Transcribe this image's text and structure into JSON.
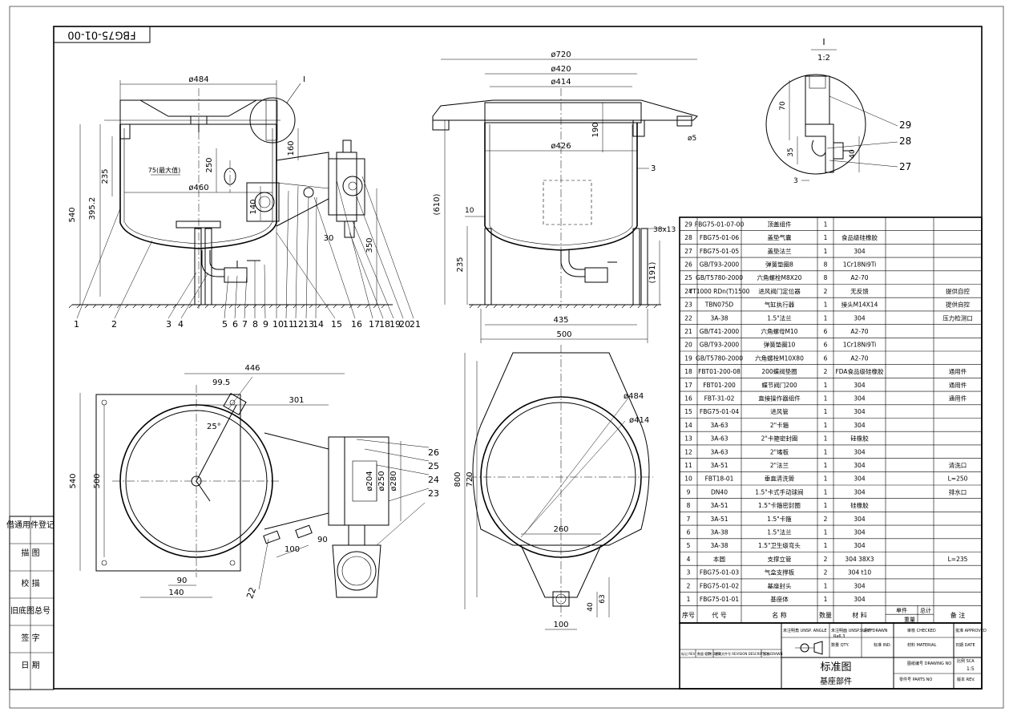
{
  "drawing_number": "FBG75-01-00",
  "detail": {
    "label": "I",
    "scale": "1:2",
    "dims": [
      "70",
      "35",
      "40",
      "3"
    ],
    "parts": [
      "29",
      "28",
      "27"
    ]
  },
  "front_view": {
    "dims": [
      "ø484",
      "ø460",
      "395.2",
      "235",
      "540",
      "75(最大值)",
      "250",
      "160",
      "140",
      "30",
      "350"
    ],
    "callouts": [
      "I"
    ],
    "leaders": [
      "1",
      "2",
      "3",
      "4",
      "5",
      "6",
      "7",
      "8",
      "9",
      "10",
      "11",
      "12",
      "13",
      "14",
      "15",
      "16",
      "17",
      "18",
      "19",
      "20",
      "21"
    ]
  },
  "side_view": {
    "dims": [
      "ø720",
      "ø420",
      "ø414",
      "190",
      "ø426",
      "(610)",
      "235",
      "10",
      "435",
      "500",
      "3",
      "38x13",
      "(191)",
      "ø5"
    ]
  },
  "plan_view": {
    "dims": [
      "446",
      "99.5",
      "301",
      "25°",
      "540",
      "500",
      "ø204",
      "ø250",
      "ø280",
      "100",
      "90",
      "90",
      "140"
    ],
    "leaders": [
      "22",
      "23",
      "24",
      "25",
      "26"
    ]
  },
  "bottom_view": {
    "dims": [
      "800",
      "720",
      "ø484",
      "ø414",
      "260",
      "100",
      "40",
      "63"
    ]
  },
  "left_box": [
    "借通用件登记",
    "描  图",
    "校  描",
    "旧底图总号",
    "签  字",
    "日  期"
  ],
  "bom": {
    "rows": [
      [
        "29",
        "FBG75-01-07-00",
        "顶盖组件",
        "1",
        "",
        ""
      ],
      [
        "28",
        "FBG75-01-06",
        "盖垫气囊",
        "1",
        "食品级硅橡胶",
        ""
      ],
      [
        "27",
        "FBG75-01-05",
        "盖垫法兰",
        "1",
        "304",
        ""
      ],
      [
        "26",
        "GB/T93-2000",
        "弹簧垫圈8",
        "8",
        "1Cr18Ni9Ti",
        ""
      ],
      [
        "25",
        "GB/T5780-2000",
        "六角螺栓M8X20",
        "8",
        "A2-70",
        ""
      ],
      [
        "24",
        "YT1000 RDn(T)1500",
        "进风阀门定位器",
        "2",
        "无反馈",
        "提供自控"
      ],
      [
        "23",
        "TBN075D",
        "气缸执行器",
        "1",
        "接头M14X14",
        "提供自控"
      ],
      [
        "22",
        "3A-38",
        "1.5\"法兰",
        "1",
        "304",
        "压力检测口"
      ],
      [
        "21",
        "GB/T41-2000",
        "六角螺母M10",
        "6",
        "A2-70",
        ""
      ],
      [
        "20",
        "GB/T93-2000",
        "弹簧垫圈10",
        "6",
        "1Cr18Ni9Ti",
        ""
      ],
      [
        "19",
        "GB/T5780-2000",
        "六角螺栓M10X80",
        "6",
        "A2-70",
        ""
      ],
      [
        "18",
        "FBT01-200-08",
        "200蝶阀垫圈",
        "2",
        "FDA食品级硅橡胶",
        "通用件"
      ],
      [
        "17",
        "FBT01-200",
        "蝶节阀门200",
        "1",
        "304",
        "通用件"
      ],
      [
        "16",
        "FBT-31-02",
        "直接操作器组件",
        "1",
        "304",
        "通用件"
      ],
      [
        "15",
        "FBG75-01-04",
        "进风管",
        "1",
        "304",
        ""
      ],
      [
        "14",
        "3A-63",
        "2\"卡箍",
        "1",
        "304",
        ""
      ],
      [
        "13",
        "3A-63",
        "2\"卡箍密封圈",
        "1",
        "硅橡胶",
        ""
      ],
      [
        "12",
        "3A-63",
        "2\"堵板",
        "1",
        "304",
        ""
      ],
      [
        "11",
        "3A-51",
        "2\"法兰",
        "1",
        "304",
        "清洗口"
      ],
      [
        "10",
        "FBT18-01",
        "垂直清洗管",
        "1",
        "304",
        "L=250"
      ],
      [
        "9",
        "DN40",
        "1.5\"卡式手动球阀",
        "1",
        "304",
        "排水口"
      ],
      [
        "8",
        "3A-51",
        "1.5\"卡箍密封圈",
        "1",
        "硅橡胶",
        ""
      ],
      [
        "7",
        "3A-51",
        "1.5\"卡箍",
        "2",
        "304",
        ""
      ],
      [
        "6",
        "3A-38",
        "1.5\"法兰",
        "1",
        "304",
        ""
      ],
      [
        "5",
        "3A-38",
        "1.5\"卫生级弯头",
        "1",
        "304",
        ""
      ],
      [
        "4",
        "本圆",
        "支撑立管",
        "2",
        "304 38X3",
        "L=235"
      ],
      [
        "3",
        "FBG75-01-03",
        "气盒支撑板",
        "2",
        "304 t10",
        ""
      ],
      [
        "2",
        "FBG75-01-02",
        "基座封头",
        "1",
        "304",
        ""
      ],
      [
        "1",
        "FBG75-01-01",
        "基座体",
        "1",
        "304",
        ""
      ]
    ],
    "headers": [
      "序号",
      "代  号",
      "名  称",
      "数量",
      "材  料",
      "单件",
      "总计",
      "重量",
      "备  注"
    ]
  },
  "title_block": {
    "title": "标准图",
    "subtitle": "基座部件",
    "small": [
      "未注明角 UNSP. ANGLE",
      "未注明面 UNSP.SURFF",
      "设计 DRAWN",
      "审核 CHECKED",
      "批准 APPROVED",
      "Ra6.3",
      "数量 QTY.",
      "标准 IND.",
      "材料 MATERIAL",
      "日期 DATE",
      "标记 REV",
      "数量 QTY",
      "日期 DATE",
      "更改文件号 REVISION DESCRIPTION",
      "签名 DRAWN",
      "图纸编号 DRAWING NO",
      "比例 SCA",
      "1:5",
      "零件号 PARTS NO",
      "版本 REV."
    ]
  }
}
